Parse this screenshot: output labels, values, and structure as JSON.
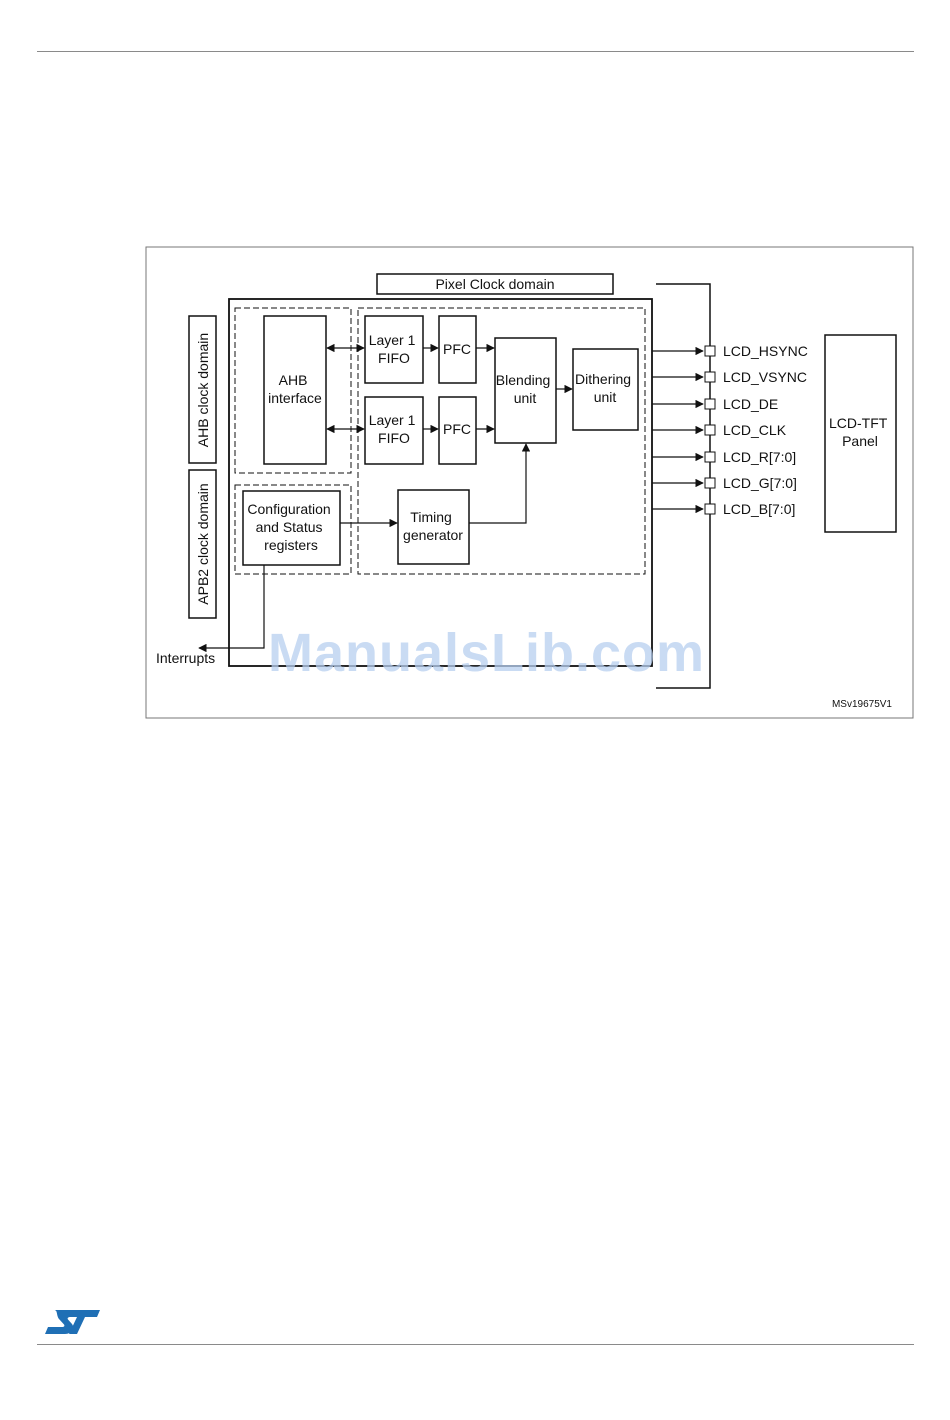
{
  "colors": {
    "logo_blue": "#1f6fb5",
    "watermark": "#b7cff0",
    "line": "#111111"
  },
  "diagram": {
    "pixel_clock_domain": "Pixel Clock domain",
    "ahb_clock_domain": "AHB clock domain",
    "apb2_clock_domain": "APB2 clock domain",
    "ahb_interface": [
      "AHB",
      "interface"
    ],
    "layer1_fifo_a": [
      "Layer 1",
      "FIFO"
    ],
    "layer1_fifo_b": [
      "Layer 1",
      "FIFO"
    ],
    "pfc_a": "PFC",
    "pfc_b": "PFC",
    "blending_unit": [
      "Blending",
      "unit"
    ],
    "dithering_unit": [
      "Dithering",
      "unit"
    ],
    "config_status": [
      "Configuration",
      "and Status",
      "registers"
    ],
    "timing_generator": [
      "Timing",
      "generator"
    ],
    "interrupts": "Interrupts",
    "signals": [
      "LCD_HSYNC",
      "LCD_VSYNC",
      "LCD_DE",
      "LCD_CLK",
      "LCD_R[7:0]",
      "LCD_G[7:0]",
      "LCD_B[7:0]"
    ],
    "lcd_panel": [
      "LCD-TFT",
      "Panel"
    ],
    "figure_id": "MSv19675V1"
  },
  "watermark": "ManualsLib.com",
  "logo_icon": "st-logo-icon"
}
